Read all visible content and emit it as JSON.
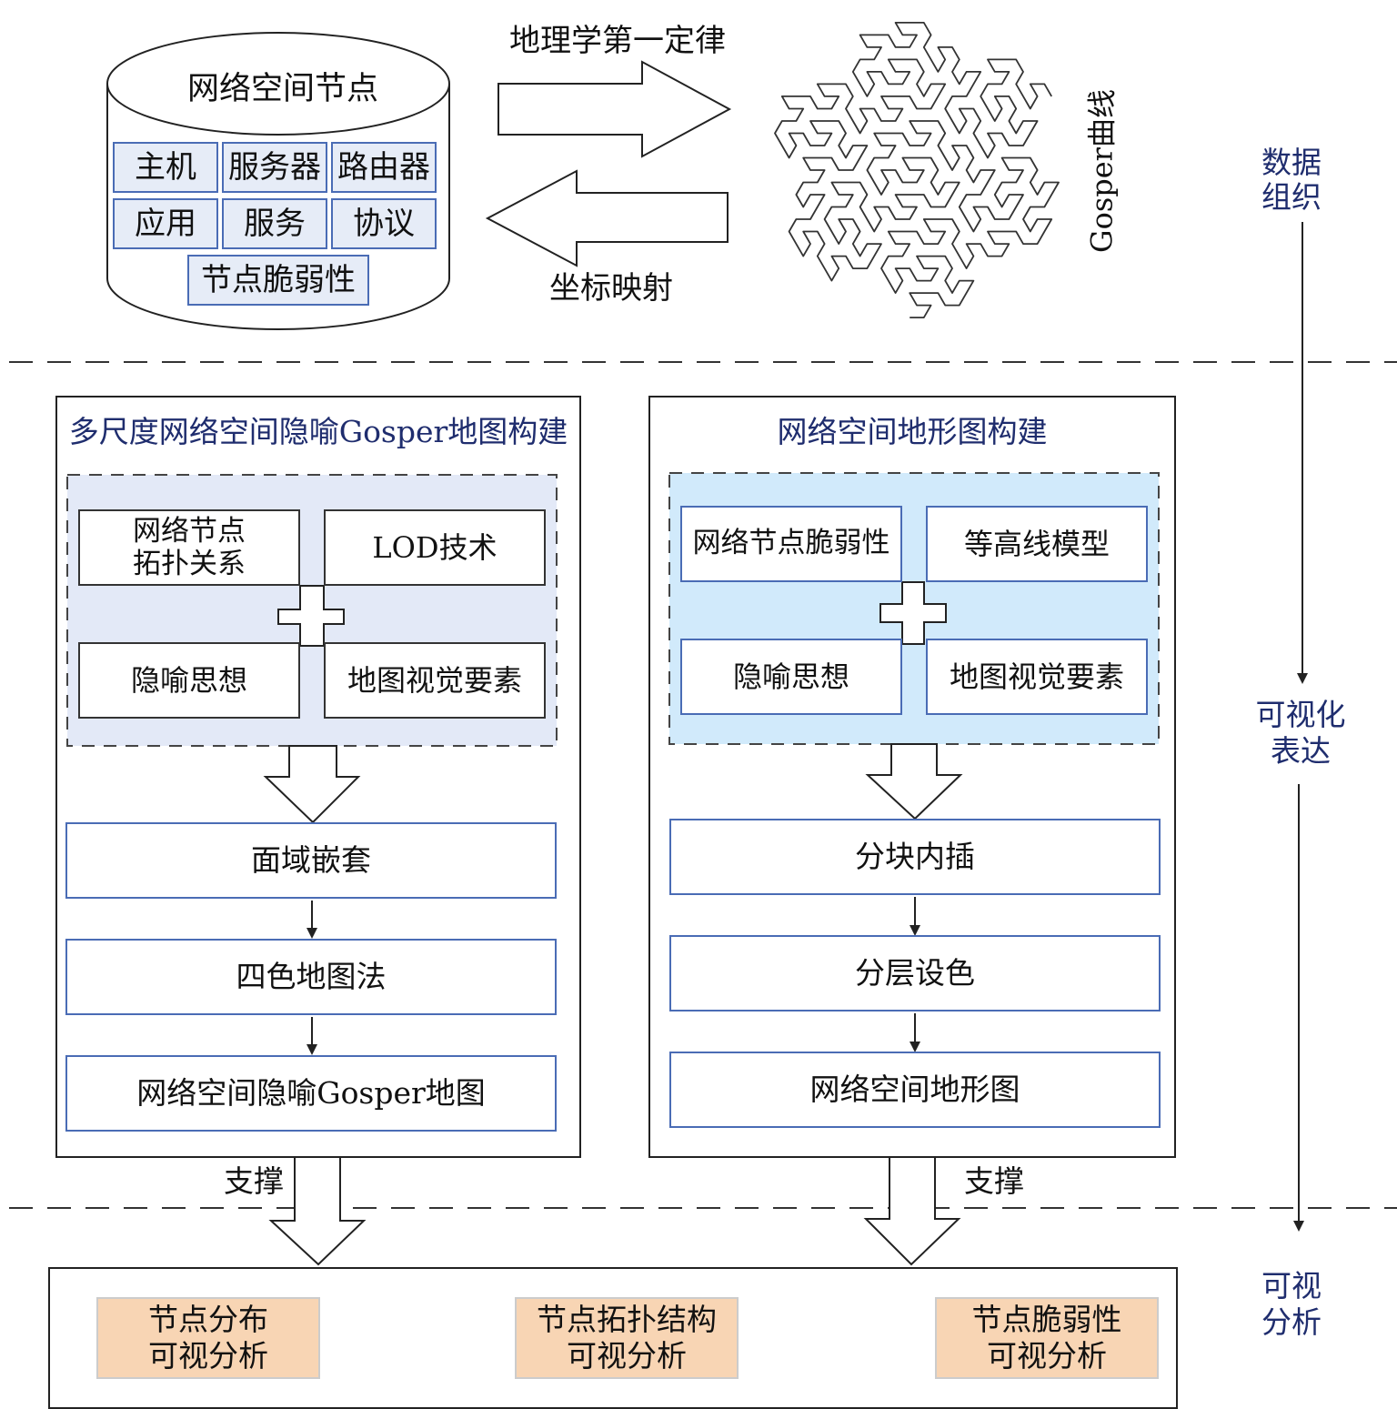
{
  "colors": {
    "navy_text": "#1f2d6e",
    "cell_fill": "#e6ecf7",
    "cell_border": "#4a6cb5",
    "left_panel_fill": "#e3e9f7",
    "right_panel_fill": "#d1eafb",
    "orange_fill": "#f8d5b4"
  },
  "top": {
    "database": {
      "title": "网络空间节点",
      "cells": [
        "主机",
        "服务器",
        "路由器",
        "应用",
        "服务",
        "协议"
      ],
      "bottom": "节点脆弱性"
    },
    "arrow_right_label": "地理学第一定律",
    "arrow_left_label": "坐标映射",
    "curve_label": "Gosper曲线",
    "curve_icon": "gosper-curve-icon"
  },
  "side_labels": {
    "data_org": [
      "数据",
      "组织"
    ],
    "vis_expr": [
      "可视化",
      "表达"
    ],
    "vis_analysis": [
      "可视",
      "分析"
    ]
  },
  "left_panel": {
    "title": "多尺度网络空间隐喻Gosper地图构建",
    "inputs": [
      [
        "网络节点",
        "拓扑关系"
      ],
      [
        "LOD技术"
      ],
      [
        "隐喻思想"
      ],
      [
        "地图视觉要素"
      ]
    ],
    "steps": [
      "面域嵌套",
      "四色地图法",
      "网络空间隐喻Gosper地图"
    ],
    "support_label": "支撑"
  },
  "right_panel": {
    "title": "网络空间地形图构建",
    "inputs": [
      "网络节点脆弱性",
      "等高线模型",
      "隐喻思想",
      "地图视觉要素"
    ],
    "steps": [
      "分块内插",
      "分层设色",
      "网络空间地形图"
    ],
    "support_label": "支撑"
  },
  "bottom": {
    "items": [
      [
        "节点分布",
        "可视分析"
      ],
      [
        "节点拓扑结构",
        "可视分析"
      ],
      [
        "节点脆弱性",
        "可视分析"
      ]
    ]
  }
}
